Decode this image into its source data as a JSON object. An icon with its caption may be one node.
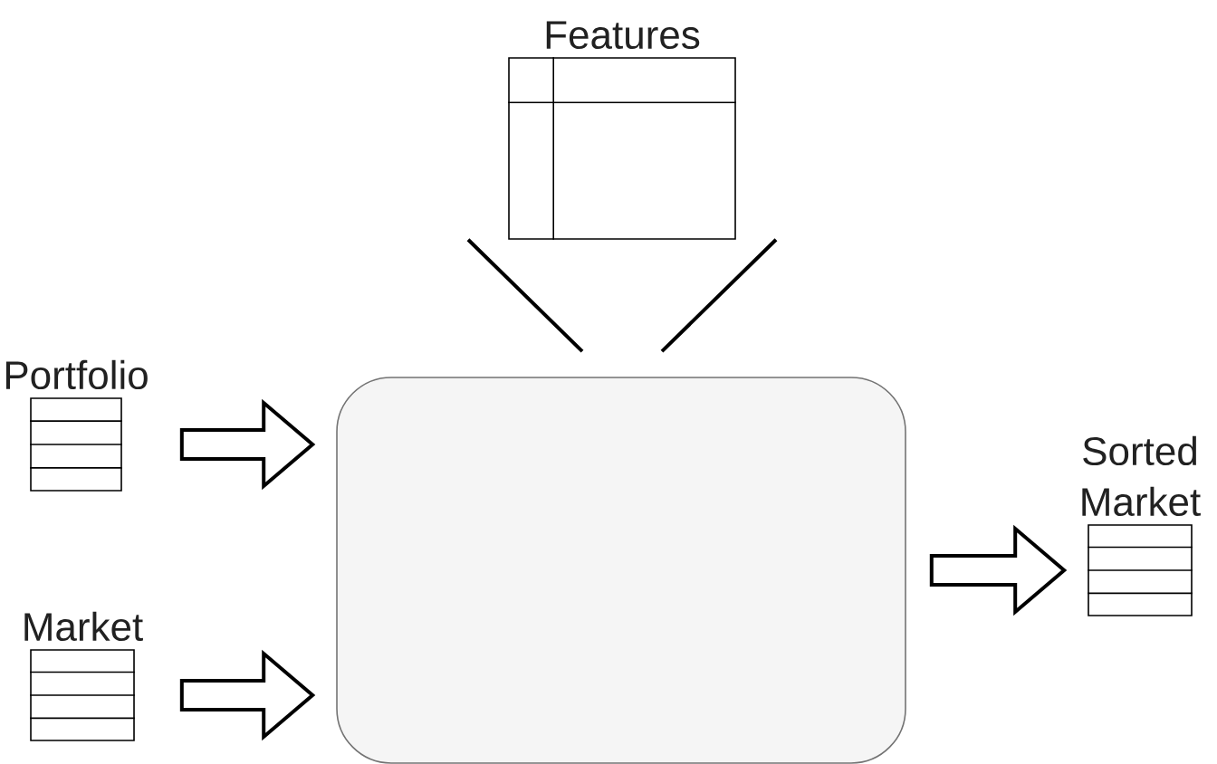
{
  "diagram": {
    "nodes": [
      {
        "text": [
          "Features"
        ]
      },
      {
        "text": [
          "Portfolio"
        ]
      },
      {
        "text": [
          "Market"
        ]
      },
      {
        "text": [],
        "shape": "box"
      },
      {
        "text": [
          "Sorted Market"
        ]
      }
    ],
    "edges": [
      {
        "from": 0,
        "to": 3,
        "arrow": "none"
      },
      {
        "from": 1,
        "to": 3,
        "arrow": "to"
      },
      {
        "from": 2,
        "to": 3,
        "arrow": "to"
      },
      {
        "from": 3,
        "to": 4,
        "arrow": "to"
      }
    ]
  }
}
